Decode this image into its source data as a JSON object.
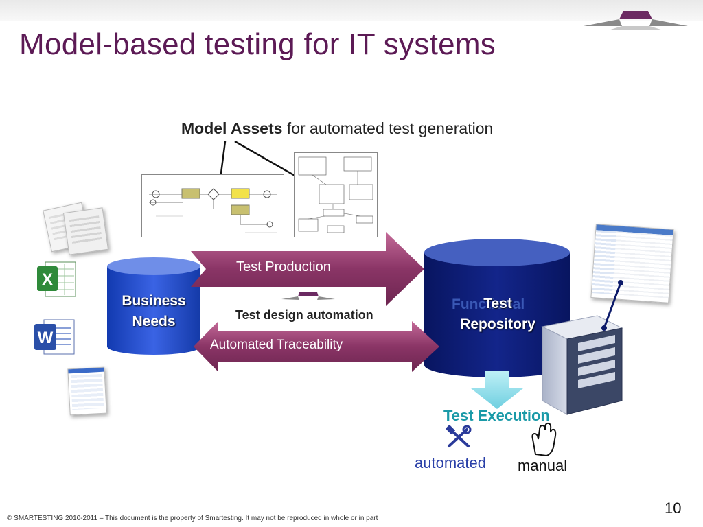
{
  "slide": {
    "title": "Model-based testing for IT systems",
    "page_number": "10",
    "footer": "© SMARTESTING 2010-2011 – This document is the property of Smartesting. It may not be reproduced in whole or in part"
  },
  "diagram": {
    "subtitle_bold": "Model Assets",
    "subtitle_rest": " for automated test generation",
    "business_needs_line1": "Business",
    "business_needs_line2": "Needs",
    "repository_ghost": "Functional",
    "repository_line1": "Test",
    "repository_line2": "Repository",
    "arrow_test_production": "Test Production",
    "label_test_design_automation": "Test design automation",
    "arrow_traceability": "Automated Traceability",
    "test_execution_title": "Test Execution",
    "automated_label": "automated",
    "manual_label": "manual"
  },
  "colors": {
    "title": "#5c1a55",
    "cylinder_blue": "#1f46c8",
    "repository_navy": "#0b1a6e",
    "arrow_maroon": "#8a3566",
    "execution_teal": "#1a9aa8",
    "automated_blue": "#2a40a8"
  },
  "icons": [
    "tools-icon",
    "hand-icon",
    "excel-icon",
    "word-icon",
    "server-icon",
    "logo-icon"
  ]
}
